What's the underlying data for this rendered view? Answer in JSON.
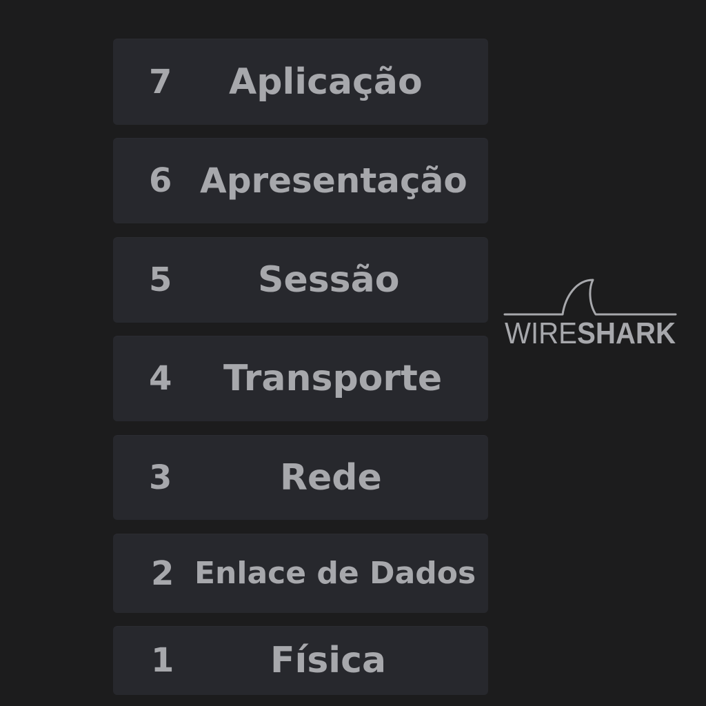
{
  "layers": [
    {
      "number": "7",
      "name": "Aplicação"
    },
    {
      "number": "6",
      "name": "Apresentação"
    },
    {
      "number": "5",
      "name": "Sessão"
    },
    {
      "number": "4",
      "name": "Transporte"
    },
    {
      "number": "3",
      "name": "Rede"
    },
    {
      "number": "2",
      "name": "Enlace de Dados"
    },
    {
      "number": "1",
      "name": "Física"
    }
  ],
  "logo": {
    "text_light": "WIRE",
    "text_bold": "SHARK",
    "icon": "shark-fin-icon"
  },
  "colors": {
    "background": "#1c1c1d",
    "box": "#27282d",
    "text": "#a7a8ac"
  }
}
